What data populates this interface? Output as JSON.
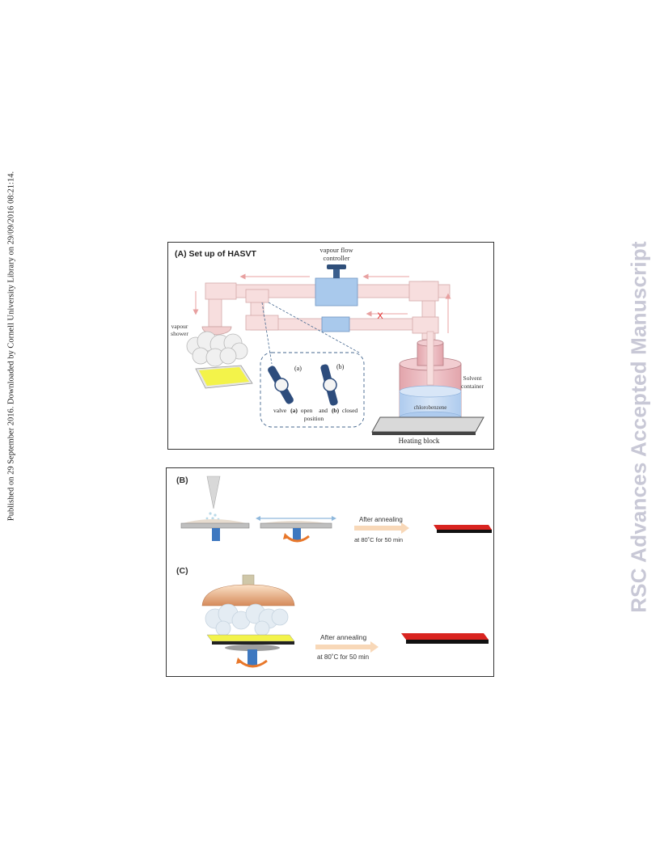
{
  "side_note": "Published on 29 September 2016. Downloaded by Cornell University Library on 29/09/2016 08:21:14.",
  "watermark": "RSC Advances Accepted Manuscript",
  "panel_a": {
    "title": "(A)  Set up of HASVT",
    "flow_controller_line1": "vapour flow",
    "flow_controller_line2": "controller",
    "shower_line1": "vapour",
    "shower_line2": "shower",
    "valve_a": "(a)",
    "valve_b": "(b)",
    "caption_valve": "valve",
    "caption_a": "(a)",
    "caption_open": "open",
    "caption_and": "and",
    "caption_b": "(b)",
    "caption_closed": "closed",
    "caption_position": "position",
    "container_line1": "Solvent",
    "container_line2": "container",
    "liquid": "chlorobenzene",
    "heating": "Heating block",
    "x_mark": "X"
  },
  "panel_b": {
    "label": "(B)",
    "after_annealing": "After annealing",
    "condition": "at 80˚C for 50 min"
  },
  "panel_c": {
    "label": "(C)",
    "after_annealing": "After annealing",
    "condition": "at 80˚C for 50 min"
  },
  "colors": {
    "pipe": "#f7dede",
    "pipe_edge": "#d4a9a9",
    "flow_arrow": "#e8a0a0",
    "controller": "#a9c9ec",
    "liquid": "#c6dbf3",
    "container": "#e8b7bd",
    "film_yellow": "#f3f34a",
    "film_red": "#d92420",
    "rotation": "#e8772a",
    "spindle": "#3e78c0",
    "annealing_arrow": "#f8d8b8"
  }
}
